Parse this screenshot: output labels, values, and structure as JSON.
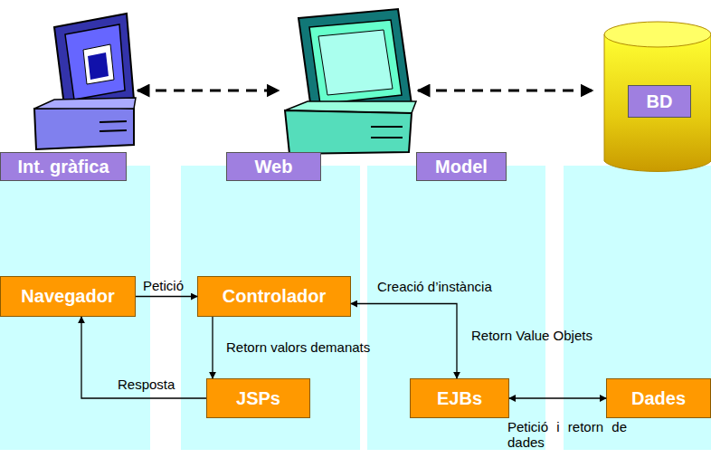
{
  "diagram": {
    "nodes": [
      {
        "text": [
          "Int. gràfica"
        ]
      },
      {
        "text": [
          "Web"
        ]
      },
      {
        "text": [
          "Model"
        ]
      },
      {
        "text": [
          "BD"
        ]
      },
      {
        "text": [
          "Navegador"
        ]
      },
      {
        "text": [
          "Controlador"
        ]
      },
      {
        "text": [
          "JSPs"
        ]
      },
      {
        "text": [
          "EJBs"
        ]
      },
      {
        "text": [
          "Dades"
        ]
      }
    ],
    "edges": [
      {
        "from": 4,
        "to": 5,
        "arrow": "to",
        "label": "Petició"
      },
      {
        "from": 5,
        "to": 6,
        "arrow": "to",
        "label": "Retorn valors demanats"
      },
      {
        "from": 6,
        "to": 4,
        "arrow": "to",
        "label": "Resposta"
      },
      {
        "from": 5,
        "to": 7,
        "arrow": "both",
        "label": "Creació d’instància"
      },
      {
        "from": 7,
        "to": 8,
        "arrow": "both",
        "label": "Petició i retorn de dades"
      }
    ],
    "labels": [
      "Retorn Value Objets"
    ]
  }
}
